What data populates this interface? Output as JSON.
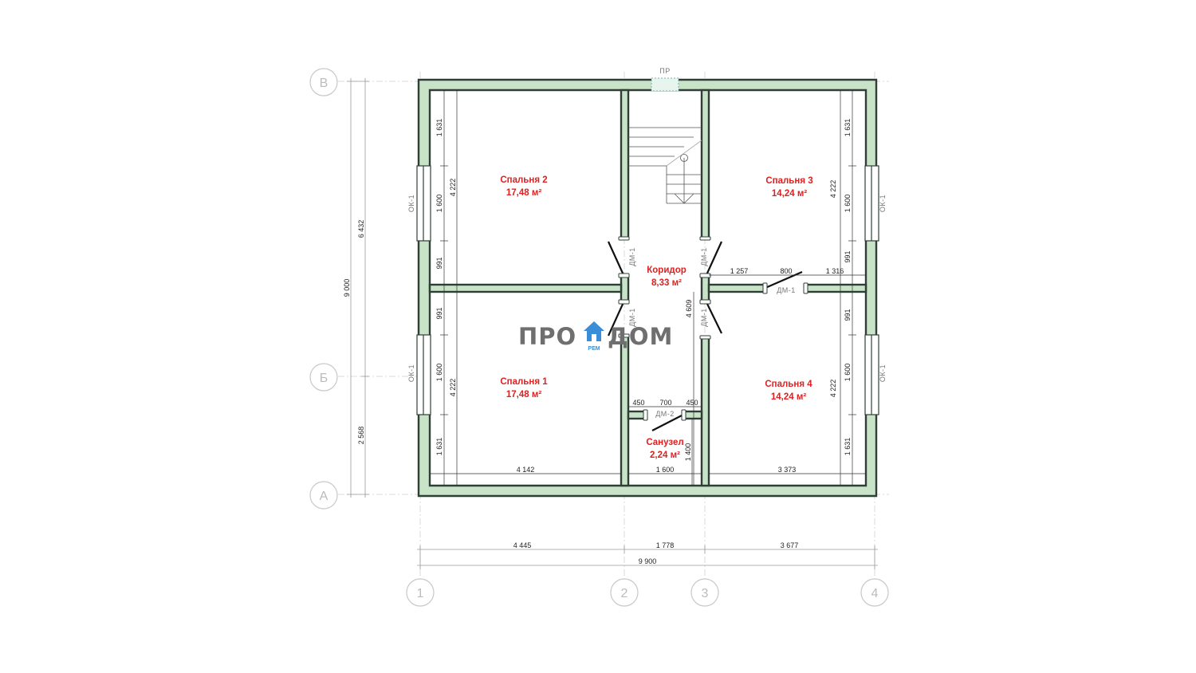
{
  "plan": {
    "axes_horizontal": [
      "1",
      "2",
      "3",
      "4"
    ],
    "axes_vertical": [
      "В",
      "Б",
      "А"
    ],
    "top_label": "ПР",
    "rooms": {
      "bedroom2": {
        "name": "Спальня 2",
        "area": "17,48 м²"
      },
      "bedroom3": {
        "name": "Спальня 3",
        "area": "14,24 м²"
      },
      "corridor": {
        "name": "Коридор",
        "area": "8,33 м²"
      },
      "bedroom1": {
        "name": "Спальня 1",
        "area": "17,48 м²"
      },
      "bedroom4": {
        "name": "Спальня 4",
        "area": "14,24 м²"
      },
      "bathroom": {
        "name": "Санузел",
        "area": "2,24 м²"
      }
    },
    "marks": {
      "window": "ОК-1",
      "door1": "ДМ-1",
      "door2": "ДМ-2"
    },
    "dims": {
      "bottom_4445": "4 445",
      "bottom_1778": "1 778",
      "bottom_3677": "3 677",
      "bottom_total": "9 900",
      "left_6432": "6 432",
      "left_2568": "2 568",
      "left_total": "9 000",
      "inner_1631": "1 631",
      "inner_1600": "1 600",
      "inner_991": "991",
      "inner_4222": "4 222",
      "room_4142": "4 142",
      "room_1600": "1 600",
      "room_3373": "3 373",
      "corr_4609": "4 609",
      "bath_1400": "1 400",
      "d450a": "450",
      "d700": "700",
      "d450b": "450",
      "d1257": "1 257",
      "d800": "800",
      "d1316": "1 316"
    },
    "logo": {
      "left": "ПРО",
      "right": "ДОМ",
      "sub": "РЕМ"
    },
    "colors": {
      "wall": "#c9e3c9",
      "wall_stroke": "#2f3f36",
      "room_label": "#e02020",
      "logo_blue": "#3a8ed8"
    }
  }
}
